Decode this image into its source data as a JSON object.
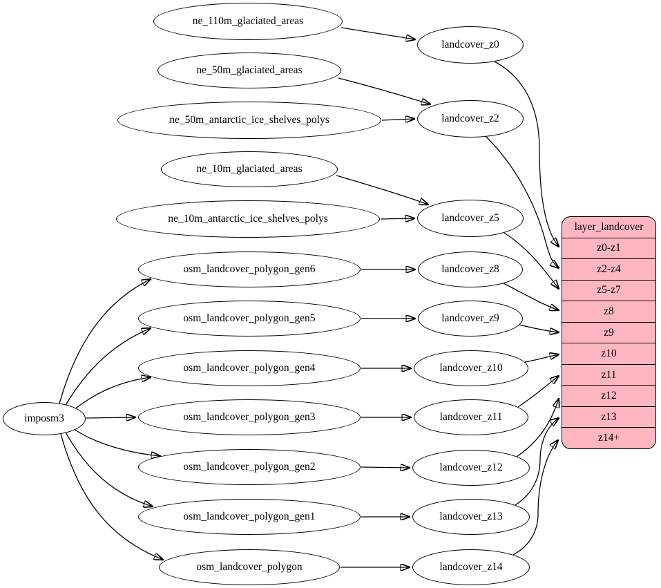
{
  "colors": {
    "background": "#ffffff",
    "node_fill": "#ffffff",
    "node_stroke": "#000000",
    "edge_color": "#000000",
    "record_fill": "#ffb6c1"
  },
  "nodes": {
    "imposm3": {
      "label": "imposm3"
    },
    "ne_110m_glaciated_areas": {
      "label": "ne_110m_glaciated_areas"
    },
    "ne_50m_glaciated_areas": {
      "label": "ne_50m_glaciated_areas"
    },
    "ne_50m_antarctic_ice_shelves_polys": {
      "label": "ne_50m_antarctic_ice_shelves_polys"
    },
    "ne_10m_glaciated_areas": {
      "label": "ne_10m_glaciated_areas"
    },
    "ne_10m_antarctic_ice_shelves_polys": {
      "label": "ne_10m_antarctic_ice_shelves_polys"
    },
    "osm_landcover_polygon_gen6": {
      "label": "osm_landcover_polygon_gen6"
    },
    "osm_landcover_polygon_gen5": {
      "label": "osm_landcover_polygon_gen5"
    },
    "osm_landcover_polygon_gen4": {
      "label": "osm_landcover_polygon_gen4"
    },
    "osm_landcover_polygon_gen3": {
      "label": "osm_landcover_polygon_gen3"
    },
    "osm_landcover_polygon_gen2": {
      "label": "osm_landcover_polygon_gen2"
    },
    "osm_landcover_polygon_gen1": {
      "label": "osm_landcover_polygon_gen1"
    },
    "osm_landcover_polygon": {
      "label": "osm_landcover_polygon"
    },
    "landcover_z0": {
      "label": "landcover_z0"
    },
    "landcover_z2": {
      "label": "landcover_z2"
    },
    "landcover_z5": {
      "label": "landcover_z5"
    },
    "landcover_z8": {
      "label": "landcover_z8"
    },
    "landcover_z9": {
      "label": "landcover_z9"
    },
    "landcover_z10": {
      "label": "landcover_z10"
    },
    "landcover_z11": {
      "label": "landcover_z11"
    },
    "landcover_z12": {
      "label": "landcover_z12"
    },
    "landcover_z13": {
      "label": "landcover_z13"
    },
    "landcover_z14": {
      "label": "landcover_z14"
    }
  },
  "record": {
    "title": "layer_landcover",
    "rows": [
      "z0-z1",
      "z2-z4",
      "z5-z7",
      "z8",
      "z9",
      "z10",
      "z11",
      "z12",
      "z13",
      "z14+"
    ]
  },
  "edges": [
    {
      "from": "imposm3",
      "to": "osm_landcover_polygon_gen6"
    },
    {
      "from": "imposm3",
      "to": "osm_landcover_polygon_gen5"
    },
    {
      "from": "imposm3",
      "to": "osm_landcover_polygon_gen4"
    },
    {
      "from": "imposm3",
      "to": "osm_landcover_polygon_gen3"
    },
    {
      "from": "imposm3",
      "to": "osm_landcover_polygon_gen2"
    },
    {
      "from": "imposm3",
      "to": "osm_landcover_polygon_gen1"
    },
    {
      "from": "imposm3",
      "to": "osm_landcover_polygon"
    },
    {
      "from": "ne_110m_glaciated_areas",
      "to": "landcover_z0"
    },
    {
      "from": "ne_50m_glaciated_areas",
      "to": "landcover_z2"
    },
    {
      "from": "ne_50m_antarctic_ice_shelves_polys",
      "to": "landcover_z2"
    },
    {
      "from": "ne_10m_glaciated_areas",
      "to": "landcover_z5"
    },
    {
      "from": "ne_10m_antarctic_ice_shelves_polys",
      "to": "landcover_z5"
    },
    {
      "from": "osm_landcover_polygon_gen6",
      "to": "landcover_z8"
    },
    {
      "from": "osm_landcover_polygon_gen5",
      "to": "landcover_z9"
    },
    {
      "from": "osm_landcover_polygon_gen4",
      "to": "landcover_z10"
    },
    {
      "from": "osm_landcover_polygon_gen3",
      "to": "landcover_z11"
    },
    {
      "from": "osm_landcover_polygon_gen2",
      "to": "landcover_z12"
    },
    {
      "from": "osm_landcover_polygon_gen1",
      "to": "landcover_z13"
    },
    {
      "from": "osm_landcover_polygon",
      "to": "landcover_z14"
    },
    {
      "from": "landcover_z0",
      "to": "layer_landcover.z0-z1"
    },
    {
      "from": "landcover_z2",
      "to": "layer_landcover.z2-z4"
    },
    {
      "from": "landcover_z5",
      "to": "layer_landcover.z5-z7"
    },
    {
      "from": "landcover_z8",
      "to": "layer_landcover.z8"
    },
    {
      "from": "landcover_z9",
      "to": "layer_landcover.z9"
    },
    {
      "from": "landcover_z10",
      "to": "layer_landcover.z10"
    },
    {
      "from": "landcover_z11",
      "to": "layer_landcover.z11"
    },
    {
      "from": "landcover_z12",
      "to": "layer_landcover.z12"
    },
    {
      "from": "landcover_z13",
      "to": "layer_landcover.z13"
    },
    {
      "from": "landcover_z14",
      "to": "layer_landcover.z14+"
    }
  ]
}
